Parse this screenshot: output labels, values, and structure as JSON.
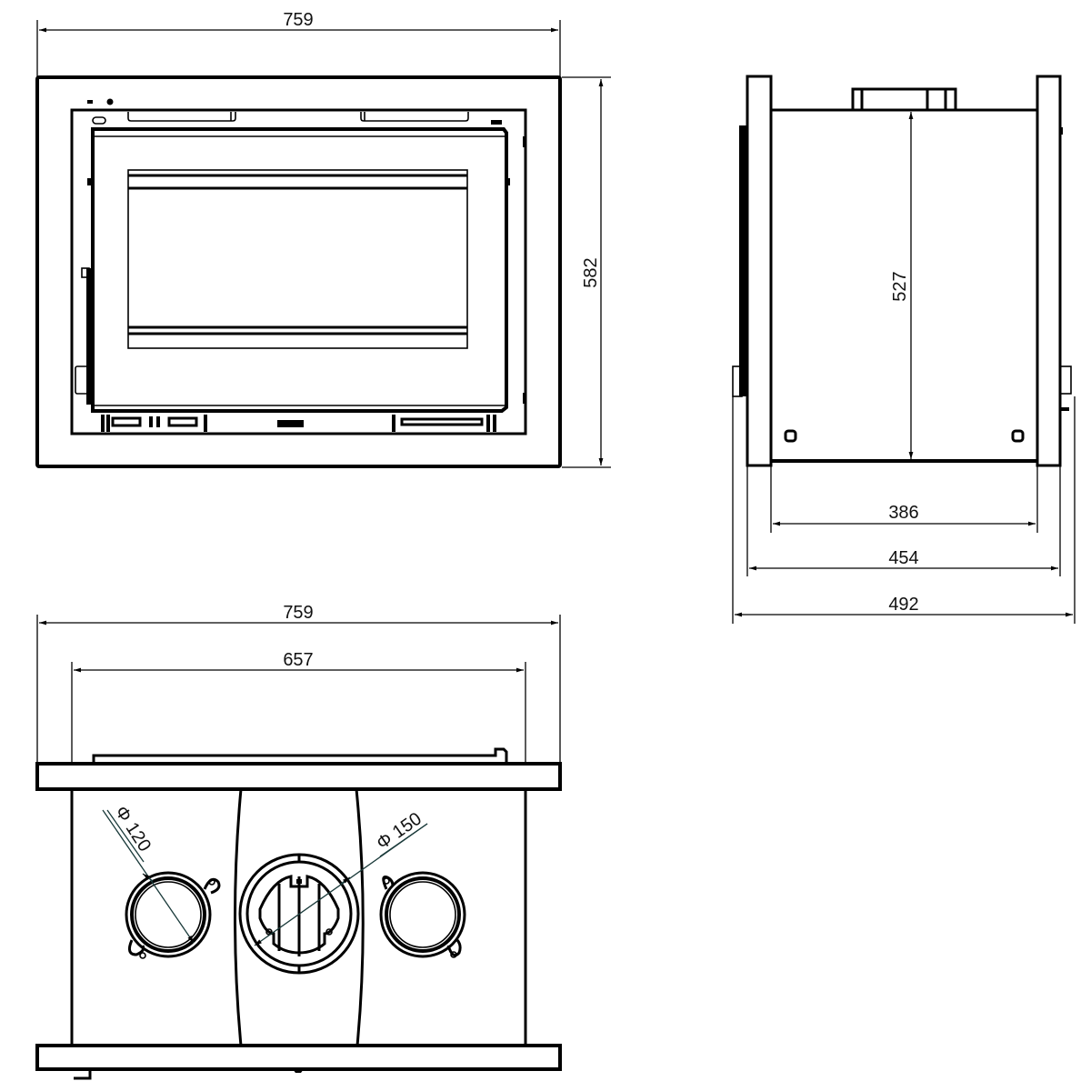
{
  "drawing": {
    "subject": "Fireplace insert technical drawing",
    "units": "mm",
    "colors": {
      "line": "#000000",
      "background": "#ffffff",
      "leader": "#1a3a3a"
    }
  },
  "front_view": {
    "width_label": "759",
    "height_label": "582"
  },
  "side_view": {
    "inner_height_label": "527",
    "body_depth_label": "386",
    "frame_depth_label": "454",
    "overall_depth_label": "492"
  },
  "top_view": {
    "overall_width_label": "759",
    "body_width_label": "657",
    "outlet_small_label": "Φ 120",
    "outlet_large_label": "Φ 150"
  }
}
